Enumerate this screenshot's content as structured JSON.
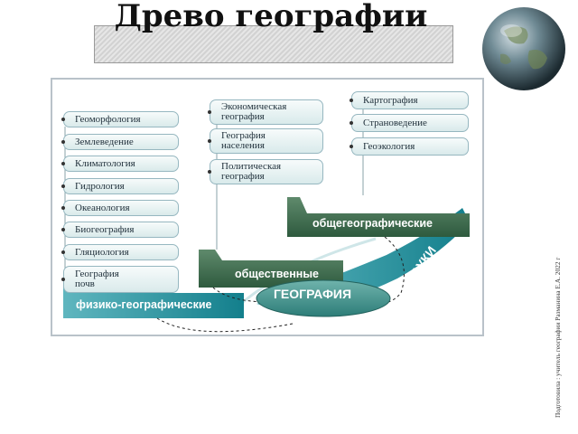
{
  "slide": {
    "title": "Древо географии",
    "side_note": "Подготовила : учитель географии Разманина Е.А. 2022 г"
  },
  "diagram": {
    "center_label": "ГЕОГРАФИЯ",
    "sciences_label": "НАУКИ",
    "categories": {
      "physical": "физико-географические",
      "social": "общественные",
      "general": "общегеографические"
    },
    "physical_disciplines": [
      "Геоморфология",
      "Землеведение",
      "Климатология",
      "Гидрология",
      "Океанология",
      "Биогеография",
      "Гляциология",
      "География\nпочв"
    ],
    "social_disciplines": [
      "Экономическая\nгеография",
      "География\nнаселения",
      "Политическая\nгеография"
    ],
    "general_disciplines": [
      "Картография",
      "Страноведение",
      "Геоэкология"
    ],
    "colors": {
      "pill_border": "#96b7c0",
      "pill_fill": "#e6f1f2",
      "folder_green": "#3c6a4c",
      "band_teal": "#1f8e9a",
      "center_ellipse": "#3a8f88"
    }
  }
}
